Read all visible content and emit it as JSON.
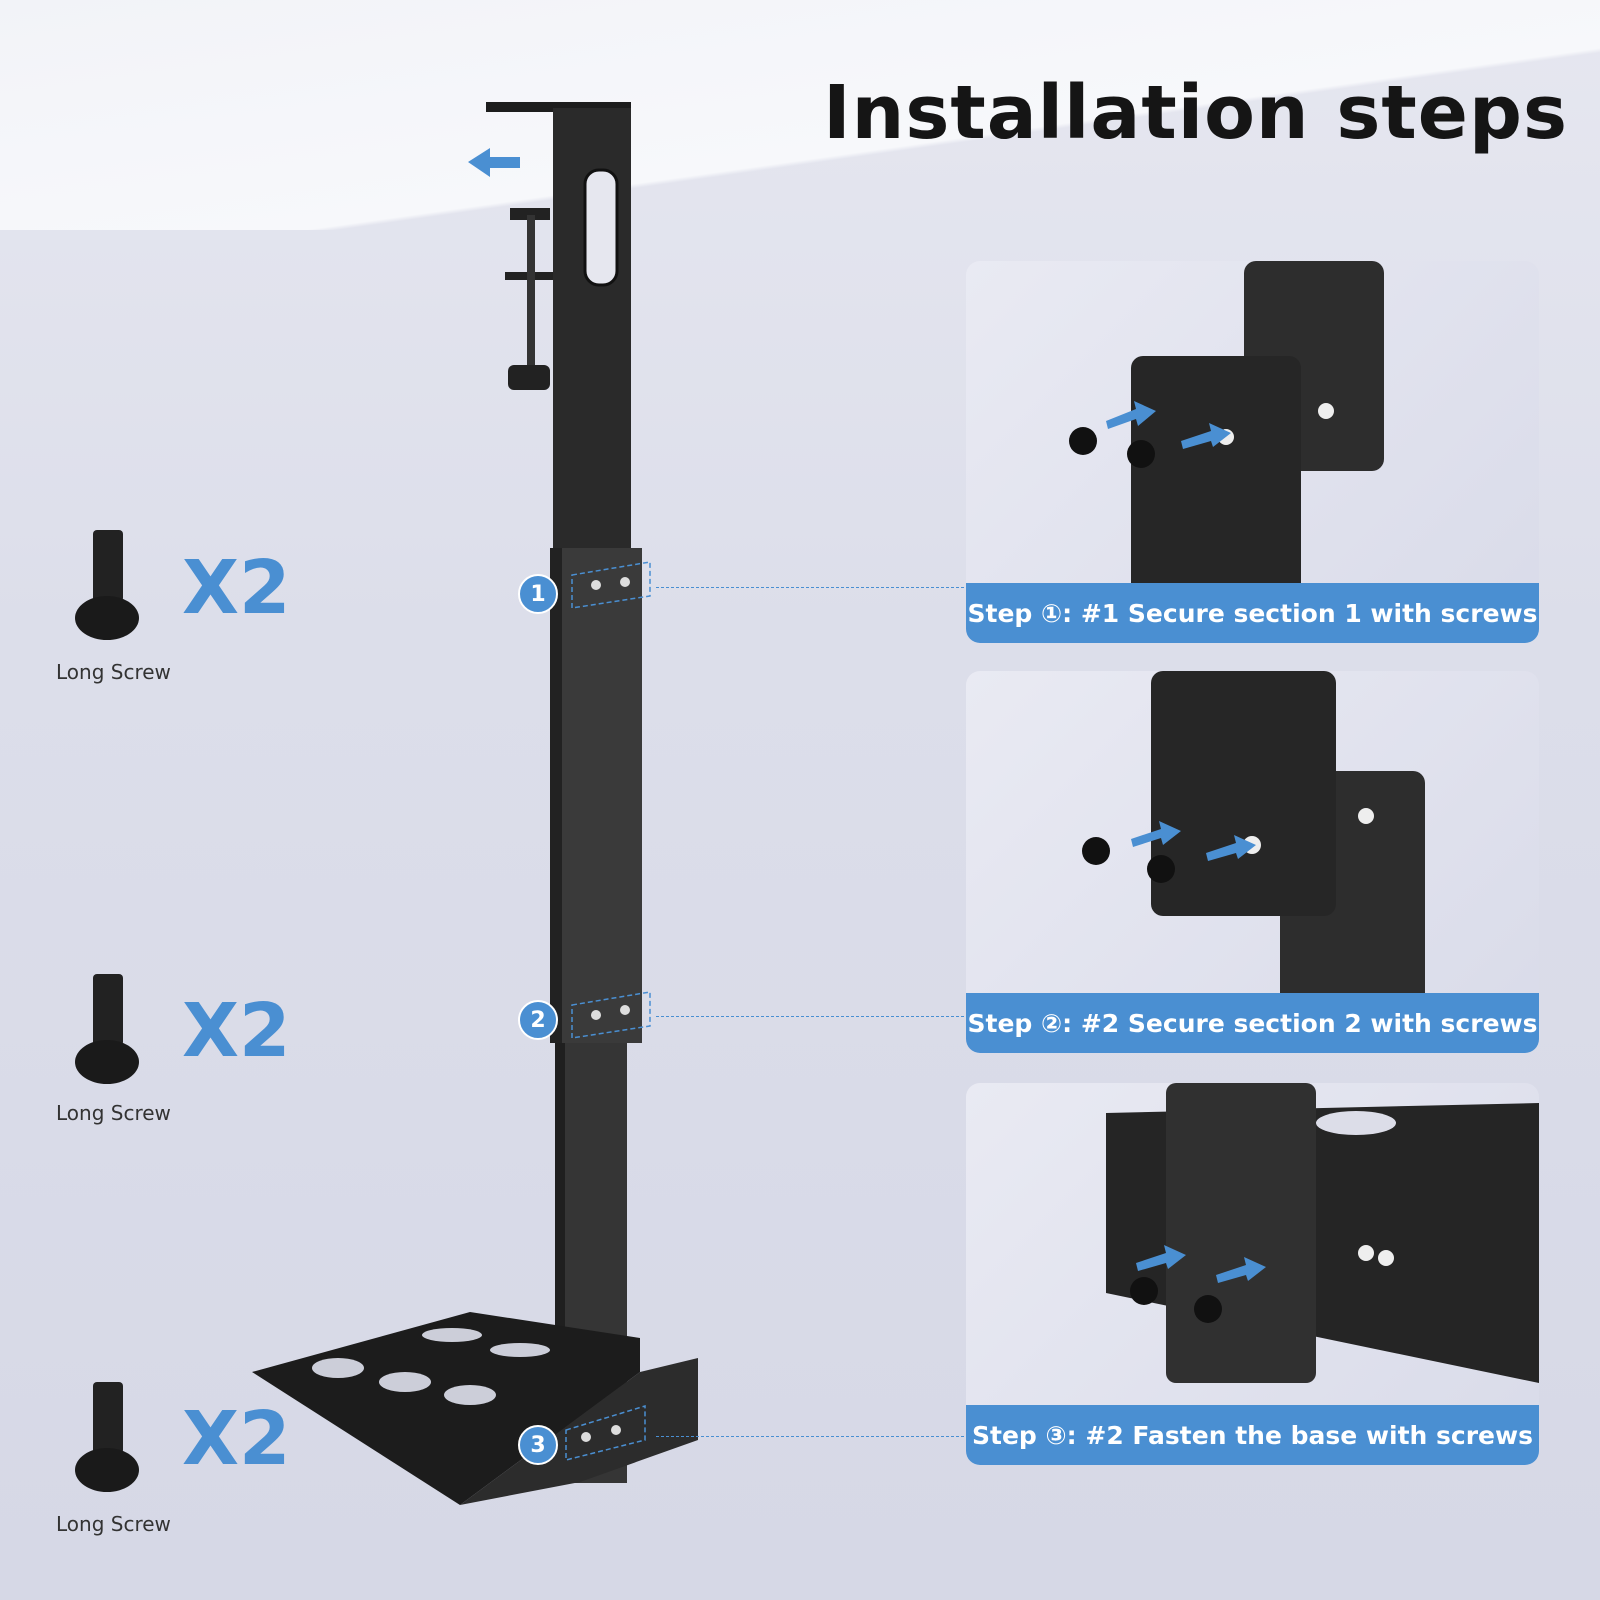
{
  "title": "Installation steps",
  "accent_color": "#4a8fd2",
  "screws": [
    {
      "quantity": "X2",
      "label": "Long Screw"
    },
    {
      "quantity": "X2",
      "label": "Long Screw"
    },
    {
      "quantity": "X2",
      "label": "Long Screw"
    }
  ],
  "markers": [
    "1",
    "2",
    "3"
  ],
  "steps": [
    {
      "label": "Step ①: #1 Secure section 1 with screws"
    },
    {
      "label": "Step ②: #2 Secure section 2 with screws"
    },
    {
      "label": "Step ③: #2 Fasten the base with screws"
    }
  ]
}
